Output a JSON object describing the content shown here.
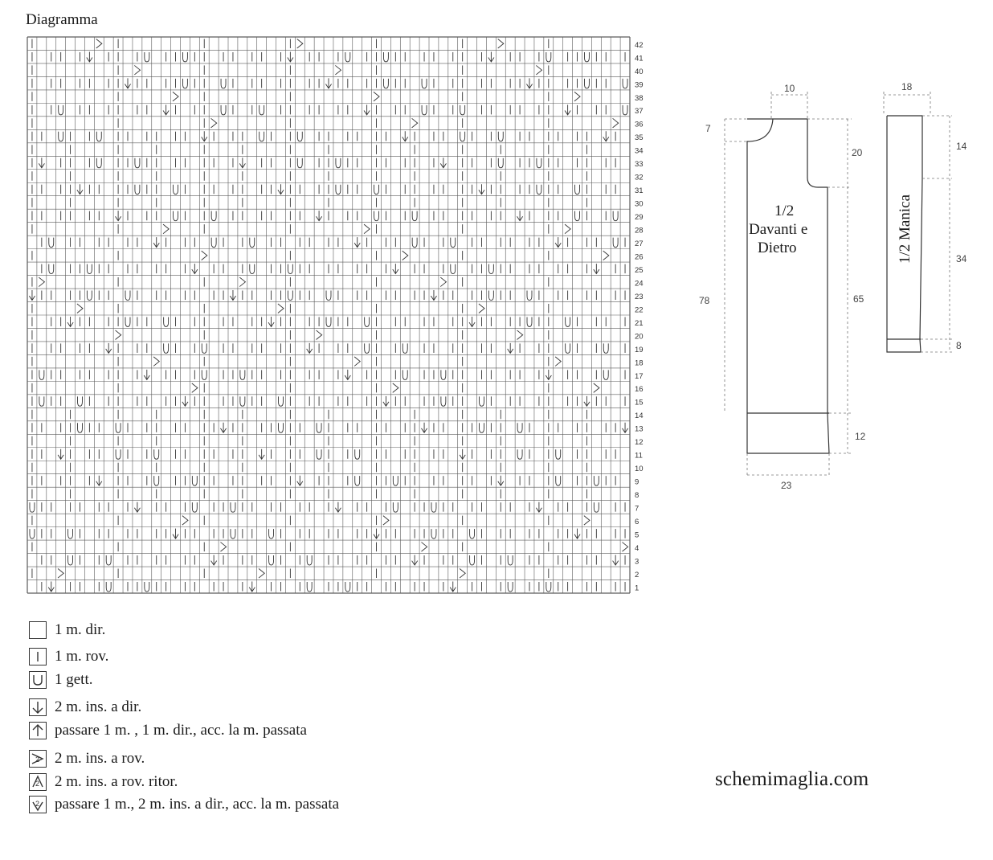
{
  "title": "Diagramma",
  "chart": {
    "columns": 63,
    "row_numbers": [
      "42",
      "41",
      "40",
      "39",
      "38",
      "37",
      "36",
      "35",
      "34",
      "33",
      "32",
      "31",
      "30",
      "29",
      "28",
      "27",
      "26",
      "25",
      "24",
      "23",
      "22",
      "21",
      "20",
      "19",
      "18",
      "17",
      "16",
      "15",
      "14",
      "13",
      "12",
      "11",
      "10",
      "9",
      "8",
      "7",
      "6",
      "5",
      "4",
      "3",
      "2",
      "1"
    ],
    "colors": {
      "grid": "#5a5a5a",
      "symbol": "#333333"
    }
  },
  "legend": [
    {
      "symbol": "empty-square-icon",
      "label": "1 m. dir."
    },
    {
      "symbol": "vertical-bar-icon",
      "label": "1 m. rov."
    },
    {
      "symbol": "u-yarnover-icon",
      "label": "1 gett."
    },
    {
      "symbol": "down-arrow-icon",
      "label": "2 m. ins. a dir."
    },
    {
      "symbol": "up-arrow-icon",
      "label": "passare 1 m. , 1 m. dir., acc. la m. passata"
    },
    {
      "symbol": "right-arrow-2-icon",
      "label": "2 m. ins. a rov."
    },
    {
      "symbol": "up-arrow-2-icon",
      "label": "2 m. ins. a rov. ritor."
    },
    {
      "symbol": "down-arrow-2-icon",
      "label": "passare 1 m., 2 m. ins. a dir., acc. la m. passata"
    }
  ],
  "schema": {
    "body_label_1": "1/2",
    "body_label_2": "Davanti e",
    "body_label_3": "Dietro",
    "sleeve_label": "1/2 Manica",
    "dims": {
      "neck_width": "10",
      "neck_depth": "7",
      "armhole": "20",
      "total_length": "78",
      "side": "65",
      "rib": "12",
      "half_width": "23",
      "sleeve_top": "18",
      "sleeve_cap": "14",
      "sleeve_len": "34",
      "sleeve_cuff": "8"
    }
  },
  "site": "schemimaglia.com"
}
